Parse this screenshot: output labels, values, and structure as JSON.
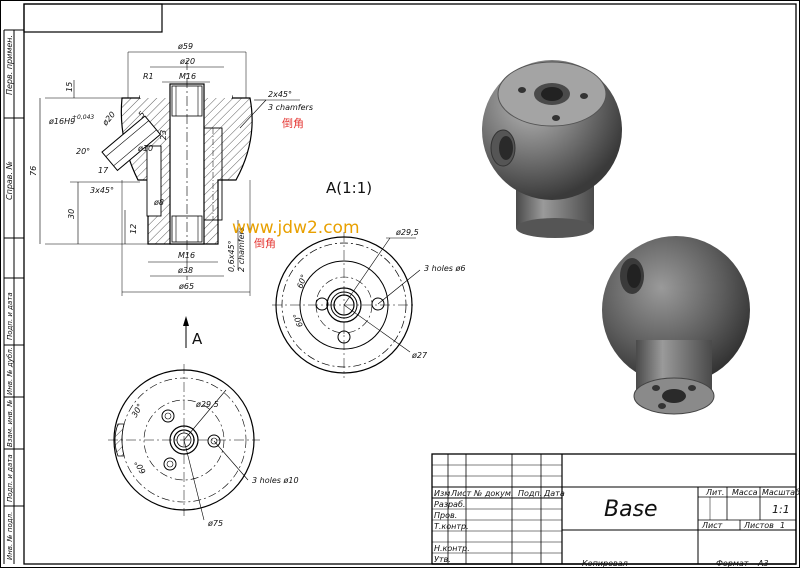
{
  "sidebar": {
    "ref_use": "Перв. примен.",
    "ref_no": "Справ. №",
    "sign_date_1": "Подп. и дата",
    "inv_dubl": "Инв. № дубл.",
    "vzam_inv": "Взам. инв. №",
    "sign_date_2": "Подп. и дата",
    "inv_podl": "Инв. № подл."
  },
  "section_dims": {
    "d59": "ø59",
    "d20": "ø20",
    "r1": "R1",
    "m16_top": "M16",
    "d15": "15",
    "d16h9": "ø16H9",
    "tol": "+0,043",
    "d20_side": "ø20",
    "d5": "5",
    "a20": "20°",
    "d10": "ø10",
    "d23": "23",
    "d17": "17",
    "ch3x45": "3x45°",
    "d8": "ø8",
    "d76": "76",
    "d30": "30",
    "d12": "12",
    "m16_bot": "M16",
    "d38": "ø38",
    "d65": "ø65",
    "ch2x45": "2x45°",
    "chamfers3": "3 chamfers",
    "ch06": "0,6x45°",
    "chamfers2": "2 chamfers"
  },
  "watermark": {
    "url": "www.jdw2.com",
    "cn1": "倒角",
    "cn2": "倒角"
  },
  "view_a": {
    "title": "A(1:1)",
    "d295": "ø29,5",
    "holes": "3 holes ø6",
    "a60_1": "60°",
    "a60_2": "60°",
    "d27": "ø27"
  },
  "arrow_label": "A",
  "bottom_view": {
    "d295": "ø29,5",
    "a30": "30°",
    "a60": "60°",
    "holes": "3 holes ø10",
    "d75": "ø75"
  },
  "title_block": {
    "izm": "Изм",
    "list": "Лист",
    "no_dok": "№ докум.",
    "podp": "Подп.",
    "data": "Дата",
    "razrab": "Разраб.",
    "prov": "Пров.",
    "tkontr": "Т.контр.",
    "nkontr": "Н.контр.",
    "utv": "Утв.",
    "name": "Base",
    "lit": "Лит.",
    "massa": "Масса",
    "masshtab": "Масштаб",
    "scale_val": "1:1",
    "list2": "Лист",
    "listov": "Листов",
    "listov_val": "1",
    "kopiroval": "Копировал",
    "format": "Формат",
    "format_val": "A3"
  }
}
